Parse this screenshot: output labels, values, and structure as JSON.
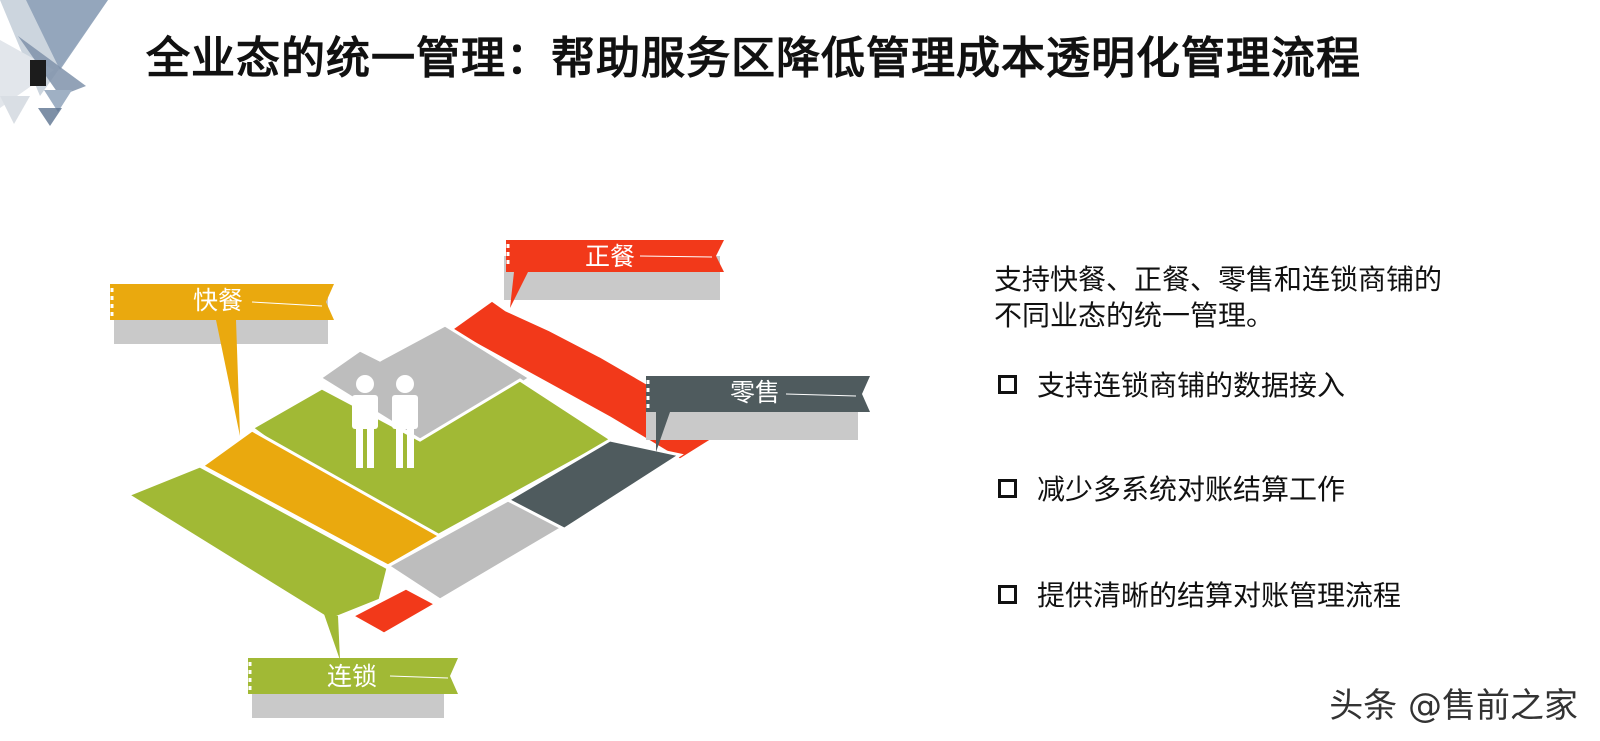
{
  "title": "全业态的统一管理：帮助服务区降低管理成本透明化管理流程",
  "colors": {
    "red": "#F2391A",
    "yellow": "#EAA90E",
    "green": "#A1B935",
    "slate": "#4F5B5E",
    "gray": "#BDBDBD",
    "shadow": "#C9C9C9"
  },
  "diagram": {
    "tags": {
      "zhengcan": "正餐",
      "kuaican": "快餐",
      "lingshou": "零售",
      "liansuo": "连锁"
    },
    "icons": [
      "person-icon",
      "person-icon"
    ]
  },
  "intro_text": "支持快餐、正餐、零售和连锁商铺的不同业态的统一管理。",
  "bullets": [
    "支持连锁商铺的数据接入",
    "减少多系统对账结算工作",
    "提供清晰的结算对账管理流程"
  ],
  "watermark": "头条 @售前之家"
}
